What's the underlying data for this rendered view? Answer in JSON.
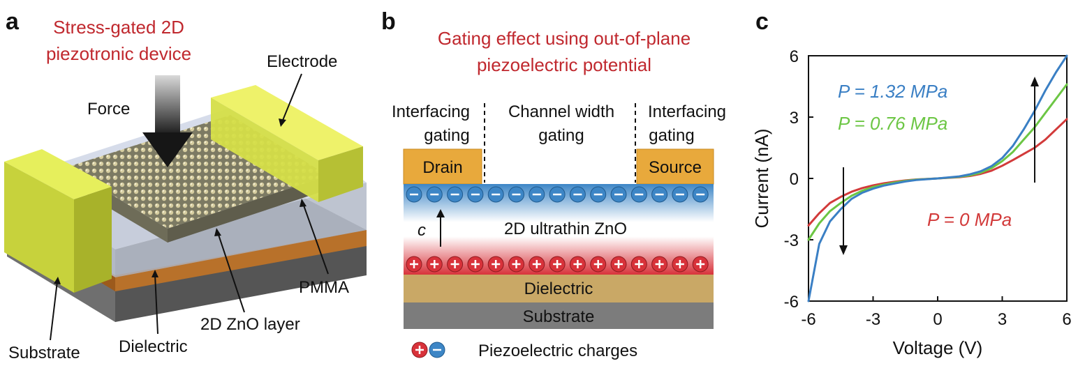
{
  "panel_a": {
    "letter": "a",
    "title_line1": "Stress-gated 2D",
    "title_line2": "piezotronic device",
    "labels": {
      "electrode": "Electrode",
      "force": "Force",
      "pmma": "PMMA",
      "zno_layer": "2D ZnO layer",
      "dielectric": "Dielectric",
      "substrate": "Substrate"
    }
  },
  "panel_b": {
    "letter": "b",
    "title_line1": "Gating effect using out-of-plane",
    "title_line2": "piezoelectric potential",
    "region_left_line1": "Interfacing",
    "region_left_line2": "gating",
    "region_mid_line1": "Channel width",
    "region_mid_line2": "gating",
    "region_right_line1": "Interfacing",
    "region_right_line2": "gating",
    "drain": "Drain",
    "source": "Source",
    "zno": "2D ultrathin ZnO",
    "c_axis": "c",
    "dielectric": "Dielectric",
    "substrate": "Substrate",
    "legend": "Piezoelectric charges",
    "colors": {
      "title": "#c0282e",
      "electrode": "#e8a93c",
      "negative": "#3d86c6",
      "positive": "#d8323a",
      "dielectric": "#c9a866",
      "substrate": "#7c7c7c"
    }
  },
  "panel_c": {
    "letter": "c"
  },
  "chart_data": {
    "type": "line",
    "xlabel": "Voltage (V)",
    "ylabel": "Current (nA)",
    "xlim": [
      -6,
      6
    ],
    "ylim": [
      -6,
      6
    ],
    "xticks": [
      -6,
      -3,
      0,
      3,
      6
    ],
    "yticks": [
      6,
      3,
      0,
      -3,
      -6
    ],
    "xtick_labels": [
      "-6",
      "-3",
      "0",
      "3",
      "6"
    ],
    "ytick_labels": [
      "6",
      "3",
      "0",
      "-3",
      "-6"
    ],
    "series": [
      {
        "name": "P = 1.32 MPa",
        "color": "#3a7fc4",
        "x": [
          -6,
          -5.5,
          -5,
          -4.5,
          -4,
          -3.5,
          -3,
          -2.5,
          -2,
          -1.5,
          -1,
          0,
          1,
          1.5,
          2,
          2.5,
          3,
          3.5,
          4,
          4.5,
          5,
          5.5,
          6
        ],
        "y": [
          -6,
          -3.2,
          -2.1,
          -1.5,
          -1.0,
          -0.7,
          -0.5,
          -0.35,
          -0.25,
          -0.15,
          -0.08,
          0,
          0.1,
          0.2,
          0.35,
          0.6,
          1.0,
          1.6,
          2.4,
          3.3,
          4.3,
          5.2,
          6.0
        ]
      },
      {
        "name": "P = 0.76 MPa",
        "color": "#6cc644",
        "x": [
          -6,
          -5.5,
          -5,
          -4.5,
          -4,
          -3.5,
          -3,
          -2.5,
          -2,
          -1.5,
          -1,
          0,
          1,
          1.5,
          2,
          2.5,
          3,
          3.5,
          4,
          4.5,
          5,
          5.5,
          6
        ],
        "y": [
          -3.0,
          -2.2,
          -1.6,
          -1.2,
          -0.85,
          -0.6,
          -0.42,
          -0.3,
          -0.2,
          -0.12,
          -0.06,
          0,
          0.08,
          0.15,
          0.28,
          0.5,
          0.85,
          1.3,
          1.9,
          2.5,
          3.2,
          3.9,
          4.6
        ]
      },
      {
        "name": "P = 0 MPa",
        "color": "#d23a3a",
        "x": [
          -6,
          -5.5,
          -5,
          -4.5,
          -4,
          -3.5,
          -3,
          -2.5,
          -2,
          -1.5,
          -1,
          0,
          1,
          1.5,
          2,
          2.5,
          3,
          3.5,
          4,
          4.5,
          5,
          5.5,
          6
        ],
        "y": [
          -2.3,
          -1.7,
          -1.2,
          -0.9,
          -0.65,
          -0.47,
          -0.34,
          -0.24,
          -0.16,
          -0.1,
          -0.05,
          0,
          0.06,
          0.12,
          0.22,
          0.38,
          0.62,
          0.9,
          1.2,
          1.5,
          1.9,
          2.4,
          2.9
        ]
      }
    ]
  }
}
